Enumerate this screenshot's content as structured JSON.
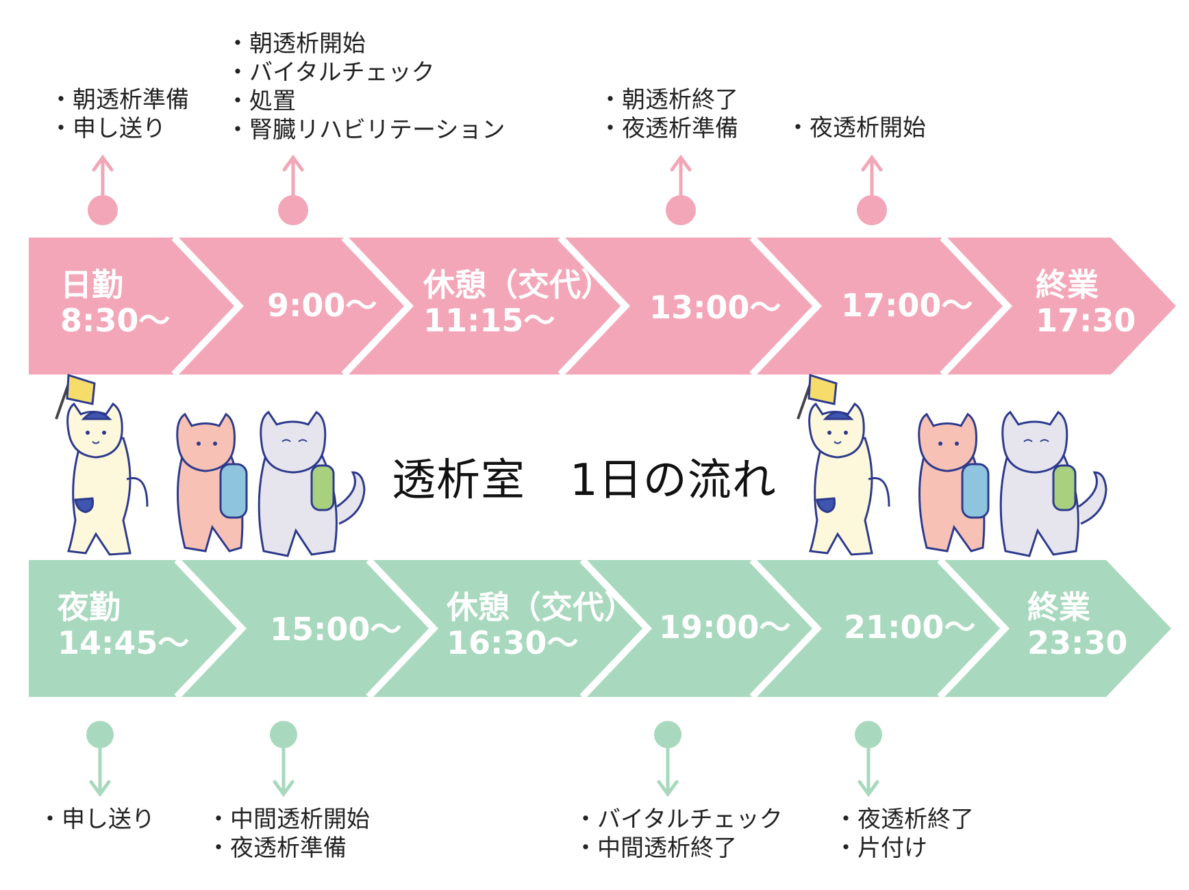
{
  "title": "透析室　1日の流れ",
  "colors": {
    "day": "#f3a6b7",
    "night": "#a8d8bd",
    "text_on_band": "#ffffff",
    "cat_cream": "#fdf8dc",
    "cat_pink": "#f7c2b5",
    "cat_gray": "#e6e5ee",
    "outline": "#2d3a8c",
    "flag": "#f6dd6b",
    "backpack": "#8fc4df",
    "backpack_green": "#a9d07f"
  },
  "day_shift": {
    "segments": [
      {
        "lines": [
          "日勤",
          "8:30〜"
        ]
      },
      {
        "lines": [
          "9:00〜"
        ]
      },
      {
        "lines": [
          "休憩（交代）",
          "11:15〜"
        ]
      },
      {
        "lines": [
          "13:00〜"
        ]
      },
      {
        "lines": [
          "17:00〜"
        ]
      },
      {
        "lines": [
          "終業",
          "17:30"
        ]
      }
    ],
    "notes": [
      {
        "items": [
          "・朝透析準備",
          "・申し送り"
        ]
      },
      {
        "items": [
          "・朝透析開始",
          "・バイタルチェック",
          "・処置",
          "・腎臓リハビリテーション"
        ]
      },
      {
        "items": [
          "・朝透析終了",
          "・夜透析準備"
        ]
      },
      {
        "items": [
          "・夜透析開始"
        ]
      }
    ]
  },
  "night_shift": {
    "segments": [
      {
        "lines": [
          "夜勤",
          "14:45〜"
        ]
      },
      {
        "lines": [
          "15:00〜"
        ]
      },
      {
        "lines": [
          "休憩（交代）",
          "16:30〜"
        ]
      },
      {
        "lines": [
          "19:00〜"
        ]
      },
      {
        "lines": [
          "21:00〜"
        ]
      },
      {
        "lines": [
          "終業",
          "23:30"
        ]
      }
    ],
    "notes": [
      {
        "items": [
          "・申し送り"
        ]
      },
      {
        "items": [
          "・中間透析開始",
          "・夜透析準備"
        ]
      },
      {
        "items": [
          "・バイタルチェック",
          "・中間透析終了"
        ]
      },
      {
        "items": [
          "・夜透析終了",
          "・片付け"
        ]
      }
    ]
  }
}
